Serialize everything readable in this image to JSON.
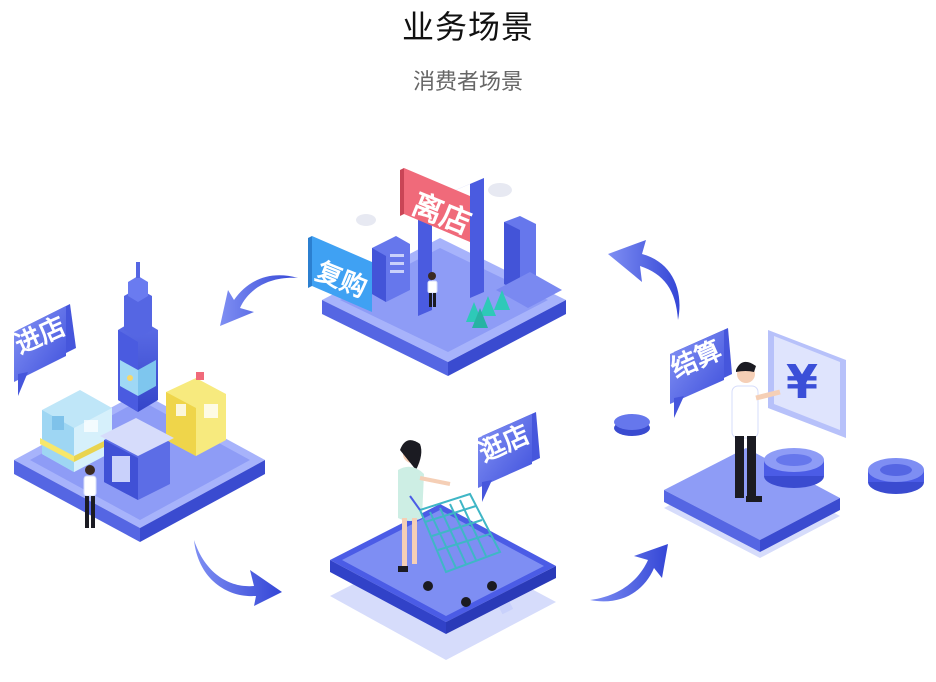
{
  "header": {
    "title": "业务场景",
    "subtitle": "消费者场景"
  },
  "diagram": {
    "stages": [
      {
        "id": "enter",
        "label": "进店"
      },
      {
        "id": "browse",
        "label": "逛店"
      },
      {
        "id": "checkout",
        "label": "结算"
      },
      {
        "id": "leave",
        "label": "离店"
      },
      {
        "id": "repurchase",
        "label": "复购"
      }
    ],
    "currency_symbol": "¥",
    "colors": {
      "primary": "#4b5ce6",
      "primary_light": "#8fa0f7",
      "primary_pale": "#d6dcfb",
      "red_sign": "#f06a7a",
      "yellow": "#f7e76a",
      "cyan": "#8fd0ef",
      "tree_green": "#2ec9b8"
    }
  }
}
